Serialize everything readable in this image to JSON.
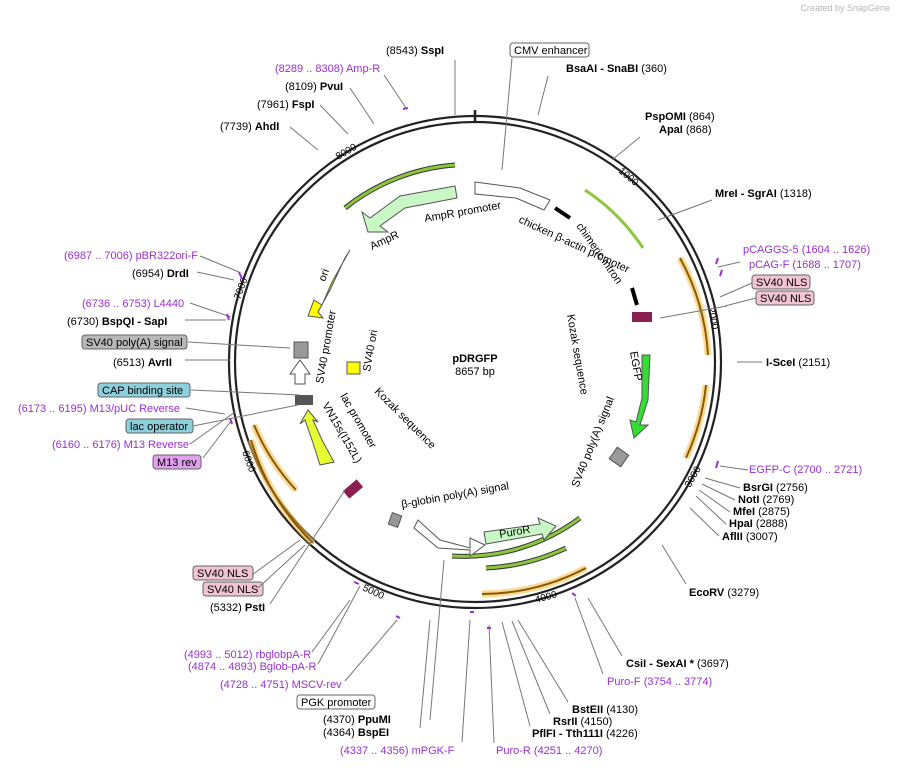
{
  "credit": "Created by SnapGene",
  "plasmid": {
    "name": "pDRGFP",
    "size": "8657 bp",
    "length": 8657
  },
  "ticks": [
    "1000",
    "2000",
    "3000",
    "4000",
    "5000",
    "6000",
    "7000",
    "8000"
  ],
  "inner_features": [
    {
      "label": "AmpR promoter",
      "type": "promoter"
    },
    {
      "label": "AmpR",
      "type": "arrow"
    },
    {
      "label": "ori",
      "type": "arrow"
    },
    {
      "label": "SV40 promoter",
      "type": "promoter"
    },
    {
      "label": "SV40 ori",
      "type": "box"
    },
    {
      "label": "lac promoter",
      "type": "promoter"
    },
    {
      "label": "VN15s(I152L)",
      "type": "arrow"
    },
    {
      "label": "Kozak sequence",
      "type": "line"
    },
    {
      "label": "Kozak sequence",
      "type": "line"
    },
    {
      "label": "chicken β-actin promoter",
      "type": "promoter"
    },
    {
      "label": "chimeric intron",
      "type": "intron"
    },
    {
      "label": "EGFP",
      "type": "arrow"
    },
    {
      "label": "SV40 poly(A) signal",
      "type": "box"
    },
    {
      "label": "β-globin poly(A) signal",
      "type": "box"
    },
    {
      "label": "PuroR",
      "type": "arrow"
    },
    {
      "label": "PGK promoter",
      "type": "promoter"
    }
  ],
  "labels": [
    {
      "pos": "(8543)",
      "name": "SspI",
      "style": "site"
    },
    {
      "pos": "(8289 .. 8308)",
      "name": "Amp-R",
      "style": "primer"
    },
    {
      "pos": "(8109)",
      "name": "PvuI",
      "style": "site"
    },
    {
      "pos": "(7961)",
      "name": "FspI",
      "style": "site"
    },
    {
      "pos": "(7739)",
      "name": "AhdI",
      "style": "site"
    },
    {
      "pos": "(6987 .. 7006)",
      "name": "pBR322ori-F",
      "style": "primer"
    },
    {
      "pos": "(6954)",
      "name": "DrdI",
      "style": "site"
    },
    {
      "pos": "(6736 .. 6753)",
      "name": "L4440",
      "style": "primer"
    },
    {
      "pos": "(6730)",
      "name": "BspQI",
      "name2": "- SapI",
      "style": "site"
    },
    {
      "pos": "",
      "name": "SV40 poly(A) signal",
      "style": "box-gray"
    },
    {
      "pos": "(6513)",
      "name": "AvrII",
      "style": "site"
    },
    {
      "pos": "",
      "name": "CAP binding site",
      "style": "box-blue"
    },
    {
      "pos": "(6173 .. 6195)",
      "name": "M13/pUC Reverse",
      "style": "primer"
    },
    {
      "pos": "",
      "name": "lac operator",
      "style": "box-blue"
    },
    {
      "pos": "(6160 .. 6176)",
      "name": "M13 Reverse",
      "style": "primer"
    },
    {
      "pos": "",
      "name": "M13 rev",
      "style": "box-purple"
    },
    {
      "pos": "",
      "name": "SV40 NLS",
      "style": "box-pink"
    },
    {
      "pos": "",
      "name": "SV40 NLS",
      "style": "box-pink"
    },
    {
      "pos": "(5332)",
      "name": "PstI",
      "style": "site"
    },
    {
      "pos": "(4993 .. 5012)",
      "name": "rbglobpA-R",
      "style": "primer"
    },
    {
      "pos": "(4874 .. 4893)",
      "name": "Bglob-pA-R",
      "style": "primer"
    },
    {
      "pos": "(4728 .. 4751)",
      "name": "MSCV-rev",
      "style": "primer"
    },
    {
      "pos": "",
      "name": "PGK promoter",
      "style": "box-white"
    },
    {
      "pos": "(4370)",
      "name": "PpuMI",
      "style": "site"
    },
    {
      "pos": "(4364)",
      "name": "BspEI",
      "style": "site"
    },
    {
      "pos": "(4337 .. 4356)",
      "name": "mPGK-F",
      "style": "primer"
    },
    {
      "pos": "",
      "name": "CMV enhancer",
      "style": "box-white"
    },
    {
      "pos": "",
      "name": "BsaAI",
      "name2": "- SnaBI",
      "pos2": "(360)",
      "style": "site"
    },
    {
      "pos": "",
      "name": "PspOMI",
      "pos2": "(864)",
      "style": "site"
    },
    {
      "pos": "",
      "name": "ApaI",
      "pos2": "(868)",
      "style": "site"
    },
    {
      "pos": "",
      "name": "MreI",
      "name2": "- SgrAI",
      "pos2": "(1318)",
      "style": "site"
    },
    {
      "pos": "",
      "name": "pCAGGS-5",
      "pos2": "(1604 .. 1626)",
      "style": "primer"
    },
    {
      "pos": "",
      "name": "pCAG-F",
      "pos2": "(1688 .. 1707)",
      "style": "primer"
    },
    {
      "pos": "",
      "name": "SV40 NLS",
      "style": "box-pink"
    },
    {
      "pos": "",
      "name": "SV40 NLS",
      "style": "box-pink"
    },
    {
      "pos": "",
      "name": "I-SceI",
      "pos2": "(2151)",
      "style": "site"
    },
    {
      "pos": "",
      "name": "EGFP-C",
      "pos2": "(2700 .. 2721)",
      "style": "primer"
    },
    {
      "pos": "",
      "name": "BsrGI",
      "pos2": "(2756)",
      "style": "site"
    },
    {
      "pos": "",
      "name": "NotI",
      "pos2": "(2769)",
      "style": "site"
    },
    {
      "pos": "",
      "name": "MfeI",
      "pos2": "(2875)",
      "style": "site"
    },
    {
      "pos": "",
      "name": "HpaI",
      "pos2": "(2888)",
      "style": "site"
    },
    {
      "pos": "",
      "name": "AflII",
      "pos2": "(3007)",
      "style": "site"
    },
    {
      "pos": "",
      "name": "EcoRV",
      "pos2": "(3279)",
      "style": "site"
    },
    {
      "pos": "",
      "name": "CsiI",
      "name2": "- SexAI *",
      "pos2": "(3697)",
      "style": "site"
    },
    {
      "pos": "",
      "name": "Puro-F",
      "pos2": "(3754 .. 3774)",
      "style": "primer"
    },
    {
      "pos": "",
      "name": "BstEII",
      "pos2": "(4130)",
      "style": "site"
    },
    {
      "pos": "",
      "name": "RsrII",
      "pos2": "(4150)",
      "style": "site"
    },
    {
      "pos": "",
      "name": "PflFI",
      "name2": "- Tth111I",
      "pos2": "(4226)",
      "style": "site"
    },
    {
      "pos": "",
      "name": "Puro-R",
      "pos2": "(4251 .. 4270)",
      "style": "primer"
    }
  ]
}
